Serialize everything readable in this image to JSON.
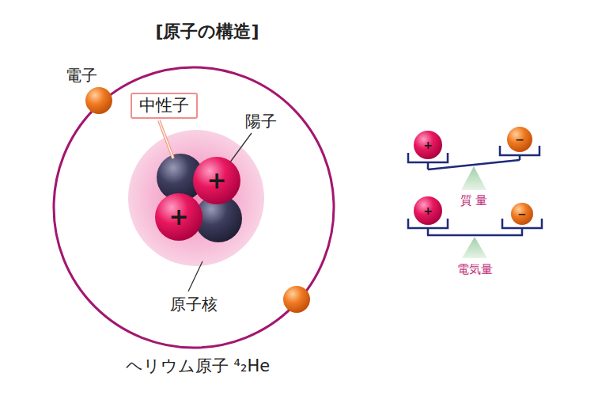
{
  "diagram": {
    "title": "[原子の構造]",
    "caption": "ヘリウム原子 ⁴₂He",
    "nodes": [
      {
        "text": [
          "中性子"
        ]
      },
      {
        "text": [
          "+"
        ]
      },
      {
        "text": [
          "+"
        ]
      },
      {
        "text": [
          "+"
        ]
      },
      {
        "text": [
          "−"
        ]
      },
      {
        "text": [
          "+"
        ]
      },
      {
        "text": [
          "−"
        ]
      }
    ],
    "labels": [
      "電子",
      "陽子",
      "原子核",
      "質 量",
      "電気量"
    ]
  }
}
